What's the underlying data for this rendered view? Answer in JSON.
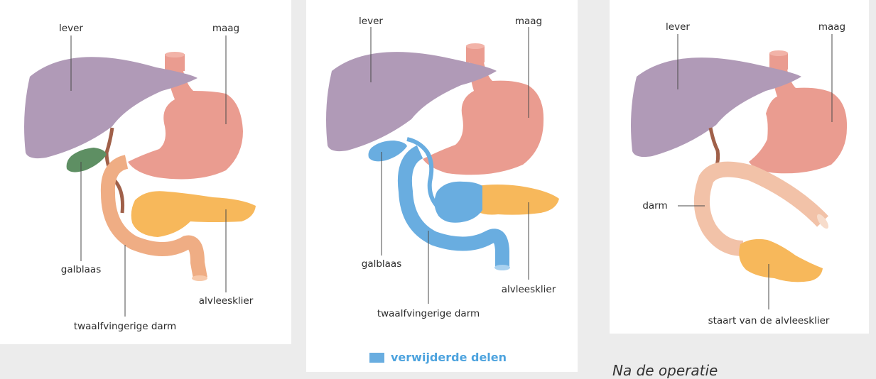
{
  "colors": {
    "liver": "#b09ab7",
    "stomach": "#ea9c90",
    "esophagus": "#ea9c90",
    "gallbladder": "#5e8f63",
    "duodenum": "#efad84",
    "pancreas": "#f7b85b",
    "bile_duct": "#a06049",
    "removed": "#69ade0",
    "intestine_after": "#f2c2a8",
    "legend_text": "#4da3de"
  },
  "panels": [
    {
      "labels": {
        "liver": "lever",
        "stomach": "maag",
        "gallbladder": "galblaas",
        "duodenum": "twaalfvingerige darm",
        "pancreas": "alvleesklier"
      }
    },
    {
      "labels": {
        "liver": "lever",
        "stomach": "maag",
        "gallbladder": "galblaas",
        "duodenum": "twaalfvingerige darm",
        "pancreas": "alvleesklier"
      },
      "legend": {
        "label": "verwijderde delen"
      }
    },
    {
      "labels": {
        "liver": "lever",
        "stomach": "maag",
        "intestine": "darm",
        "pancreas_tail": "staart van de alvleesklier"
      },
      "caption": "Na de operatie"
    }
  ]
}
